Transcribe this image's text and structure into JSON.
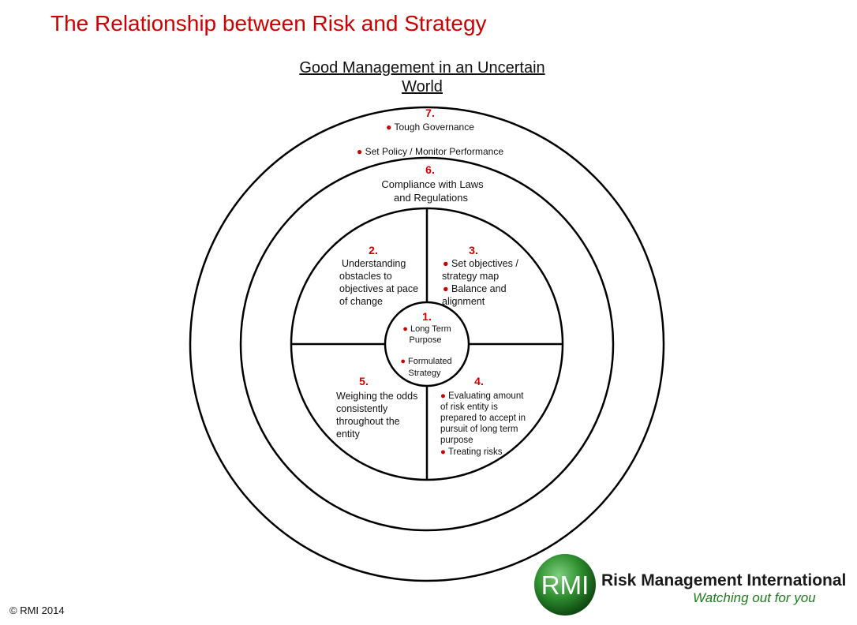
{
  "title": "The Relationship between Risk and Strategy",
  "subtitle": "Good Management in an Uncertain World",
  "colors": {
    "title_red": "#cc0000",
    "bullet_red": "#cc0000",
    "logo_green": "#1f7a1f",
    "tagline_green": "#1e7a1e"
  },
  "rings": {
    "r7": {
      "num": "7.",
      "items": [
        "Tough Governance",
        "Set Policy / Monitor Performance"
      ]
    },
    "r6": {
      "num": "6.",
      "lines": [
        "Compliance with Laws",
        "and Regulations"
      ]
    }
  },
  "quadrants": {
    "q2": {
      "num": "2.",
      "lines": [
        "Understanding",
        "obstacles to",
        "objectives at pace",
        "of change"
      ]
    },
    "q3": {
      "num": "3.",
      "lines": [
        "Set objectives /",
        "strategy map",
        "Balance and",
        "alignment"
      ]
    },
    "q4": {
      "num": "4.",
      "lines": [
        "Evaluating amount",
        "of risk entity is",
        "prepared to accept in",
        "pursuit of long term",
        "purpose",
        "Treating risks"
      ]
    },
    "q5": {
      "num": "5.",
      "lines": [
        "Weighing the odds",
        "consistently",
        "throughout the",
        "entity"
      ]
    }
  },
  "center": {
    "num": "1.",
    "lines": [
      "Long Term",
      "Purpose",
      "Formulated",
      "Strategy"
    ]
  },
  "logo": {
    "mark": "RMI",
    "name": "Risk Management International",
    "tagline": "Watching out for you"
  },
  "copyright": "© RMI 2014"
}
